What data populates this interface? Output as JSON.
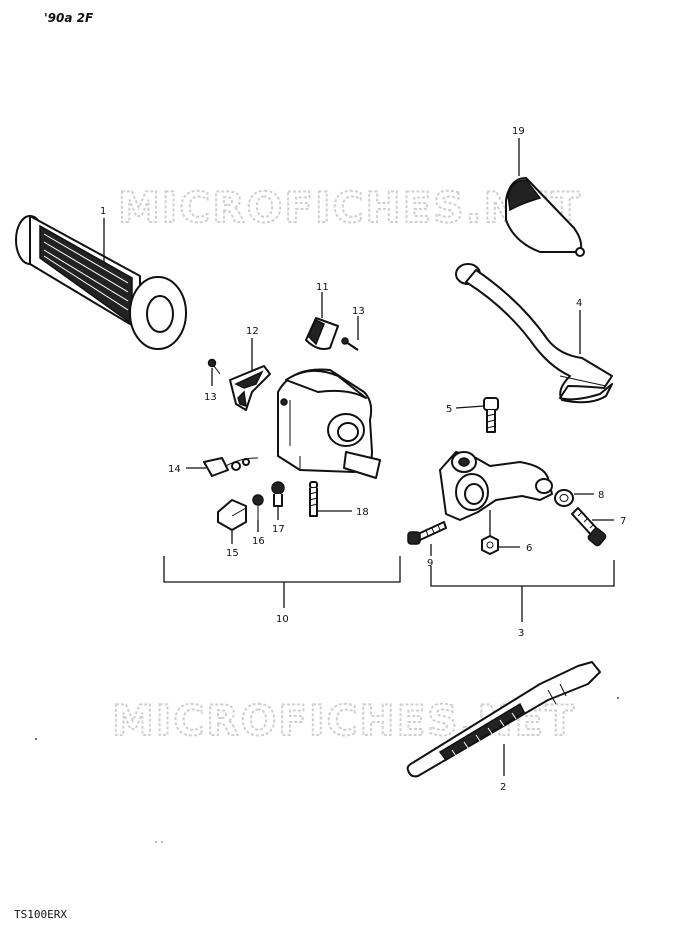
{
  "header": {
    "code": "'90a 2F"
  },
  "watermarks": [
    "MICROFICHES.NET",
    "MICROFICHES.NET"
  ],
  "footer": {
    "model": "TS100ERX"
  },
  "callouts": [
    "1",
    "2",
    "3",
    "4",
    "5",
    "6",
    "7",
    "8",
    "9",
    "10",
    "11",
    "12",
    "13",
    "13",
    "14",
    "15",
    "16",
    "17",
    "18",
    "19"
  ],
  "colors": {
    "ink": "#111111",
    "watermark": "#d0d0d0"
  }
}
